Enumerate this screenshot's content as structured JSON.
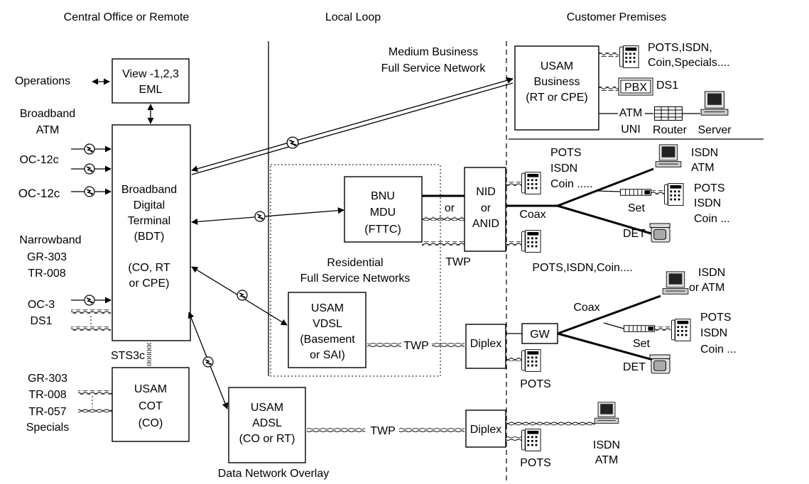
{
  "headers": {
    "central_office": "Central Office or Remote",
    "local_loop": "Local Loop",
    "customer_premises": "Customer Premises"
  },
  "left_labels": {
    "operations": "Operations",
    "broadband_1": "Broadband",
    "broadband_2": "ATM",
    "oc12c_a": "OC-12c",
    "oc12c_b": "OC-12c",
    "narrowband_1": "Narrowband",
    "narrowband_2": "GR-303",
    "narrowband_3": "TR-008",
    "oc3": "OC-3",
    "ds1": "DS1",
    "sts3c": "STS3c",
    "cot_if_1": "GR-303",
    "cot_if_2": "TR-008",
    "cot_if_3": "TR-057",
    "cot_if_4": "Specials"
  },
  "boxes": {
    "view": [
      "View -1,2,3",
      "EML"
    ],
    "bdt": [
      "Broadband",
      "Digital",
      "Terminal",
      "(BDT)",
      "",
      "(CO, RT",
      "or CPE)"
    ],
    "cot": [
      "USAM",
      "COT",
      "(CO)"
    ],
    "bnu": [
      "BNU",
      "MDU",
      "(FTTC)"
    ],
    "nid": [
      "NID",
      "or",
      "ANID"
    ],
    "vdsl": [
      "USAM",
      "VDSL",
      "(Basement",
      "or SAI)"
    ],
    "adsl": [
      "USAM",
      "ADSL",
      "(CO or RT)"
    ],
    "business": [
      "USAM",
      "Business",
      "(RT or CPE)"
    ],
    "diplex_1": "Diplex",
    "diplex_2": "Diplex",
    "gw": "GW",
    "pbx": "PBX"
  },
  "loop_labels": {
    "medium_business_1": "Medium Business",
    "medium_business_2": "Full Service Network",
    "residential_1": "Residential",
    "residential_2": "Full Service Networks",
    "data_overlay": "Data Network Overlay",
    "or": "or",
    "twp_nid": "TWP",
    "twp_vdsl": "TWP",
    "twp_adsl": "TWP"
  },
  "premises_labels": {
    "biz_pots_1": "POTS,ISDN,",
    "biz_pots_2": "Coin,Specials....",
    "ds1": "DS1",
    "atm": "ATM",
    "uni": "UNI",
    "router": "Router",
    "server": "Server",
    "pots_isdn_coin_top_1": "POTS",
    "pots_isdn_coin_top_2": "ISDN",
    "pots_isdn_coin_top_3": "Coin .....",
    "isdn_atm_1": "ISDN",
    "isdn_atm_2": "ATM",
    "set_pots_1": "POTS",
    "set_pots_2": "ISDN",
    "set_pots_3": "Coin ...",
    "coax_1": "Coax",
    "set_1": "Set",
    "det_1": "DET",
    "pots_line": "POTS,ISDN,Coin....",
    "isdn_or_atm_1": "ISDN",
    "isdn_or_atm_2": "or ATM",
    "coax_2": "Coax",
    "set_pots_b_1": "POTS",
    "set_pots_b_2": "ISDN",
    "set_pots_b_3": "Coin ...",
    "set_2": "Set",
    "det_2": "DET",
    "pots_diplex1": "POTS",
    "pots_diplex2": "POTS",
    "isdn_atm_bottom_1": "ISDN",
    "isdn_atm_bottom_2": "ATM"
  }
}
